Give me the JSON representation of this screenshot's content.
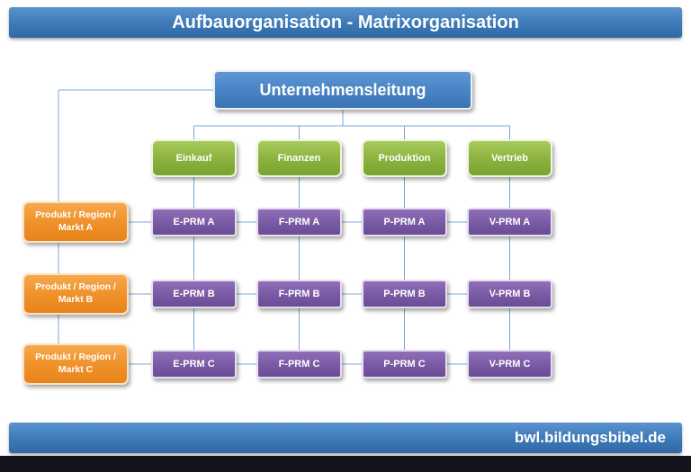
{
  "page": {
    "title": "Aufbauorganisation - Matrixorganisation",
    "footer_text": "bwl.bildungsbibel.de"
  },
  "colors": {
    "banner_blue": "#3c79b6",
    "root_blue": "#4a86c6",
    "function_green": "#8cb33d",
    "market_orange": "#f0922b",
    "matrix_purple": "#7a5ba5",
    "connector_blue": "#74a9d8",
    "bottom_strip_dark": "#14141e"
  },
  "diagram": {
    "root": "Unternehmensleitung",
    "functions": [
      "Einkauf",
      "Finanzen",
      "Produktion",
      "Vertrieb"
    ],
    "markets": [
      "Produkt / Region / Markt A",
      "Produkt / Region / Markt B",
      "Produkt / Region / Markt C"
    ],
    "matrix": [
      [
        "E-PRM A",
        "F-PRM A",
        "P-PRM A",
        "V-PRM A"
      ],
      [
        "E-PRM B",
        "F-PRM B",
        "P-PRM B",
        "V-PRM B"
      ],
      [
        "E-PRM C",
        "F-PRM C",
        "P-PRM C",
        "V-PRM C"
      ]
    ]
  }
}
